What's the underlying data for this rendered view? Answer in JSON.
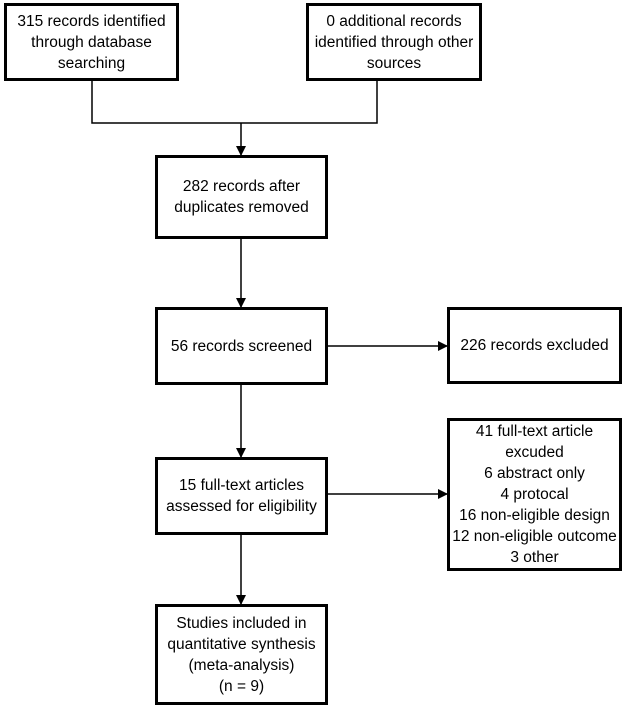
{
  "boxes": {
    "identified_db": {
      "lines": [
        "315 records identified",
        "through database",
        "searching"
      ]
    },
    "identified_other": {
      "lines": [
        "0 additional records",
        "identified through other",
        "sources"
      ]
    },
    "after_duplicates": {
      "lines": [
        "282 records after",
        "duplicates removed"
      ]
    },
    "screened": {
      "lines": [
        "56 records screened"
      ]
    },
    "excluded": {
      "lines": [
        "226 records excluded"
      ]
    },
    "fulltext_assessed": {
      "lines": [
        "15 full-text articles",
        "assessed for eligibility"
      ]
    },
    "fulltext_excluded": {
      "lines": [
        "41 full-text article",
        "excuded",
        "6 abstract only",
        "4 protocal",
        "16 non-eligible design",
        "12 non-eligible outcome",
        "3 other"
      ]
    },
    "included": {
      "lines": [
        "Studies included in",
        "quantitative synthesis",
        "(meta-analysis)",
        "(n = 9)"
      ]
    }
  },
  "colors": {
    "stroke": "#000000",
    "background": "#ffffff"
  }
}
